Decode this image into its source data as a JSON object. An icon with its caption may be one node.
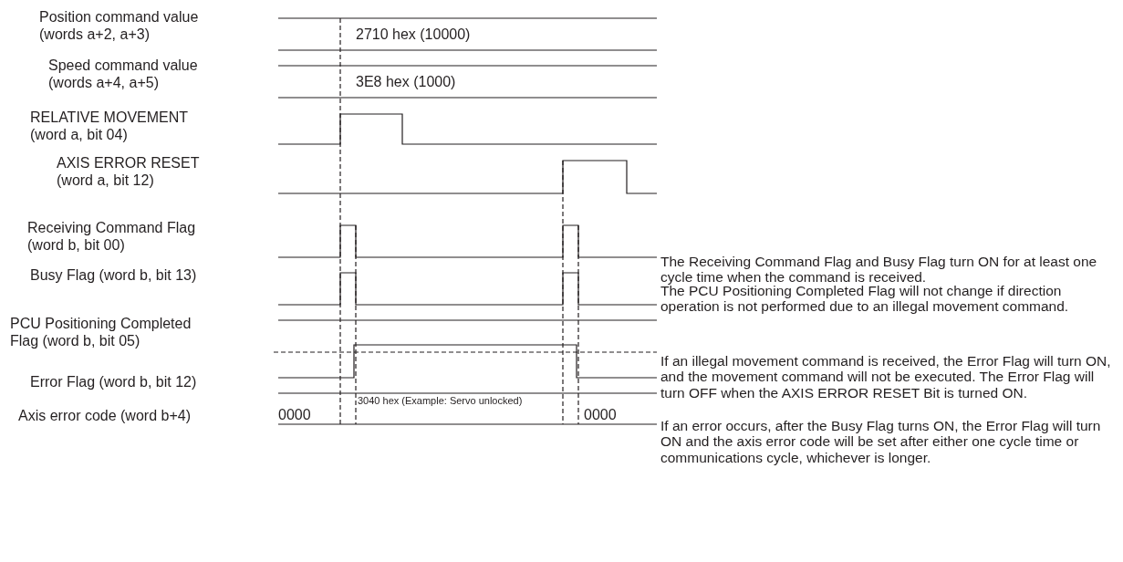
{
  "diagram": {
    "labels": [
      "Position command value (words a+2, a+3)",
      "2710 hex (10000)",
      "Speed command value (words a+4, a+5)",
      "3E8 hex (1000)",
      "RELATIVE MOVEMENT (word a, bit 04)",
      "AXIS ERROR RESET (word a, bit 12)",
      "Receiving Command Flag (word b, bit 00)",
      "Busy Flag (word b, bit 13)",
      "PCU Positioning Completed Flag (word b, bit 05)",
      "Error Flag (word b, bit 12)",
      "Axis error code (word b+4)",
      "0000",
      "3040 hex (Example: Servo unlocked)",
      "0000",
      "The Receiving Command Flag and Busy Flag turn ON for at least one cycle time when the command is received.",
      "The PCU Positioning Completed Flag will not change if direction operation is not performed due to an illegal movement command.",
      "If an illegal movement command is received, the Error Flag will turn ON, and the movement command will not be executed. The Error Flag will turn OFF when the AXIS ERROR RESET Bit is turned ON.",
      "If an error occurs, after the Busy Flag turns ON, the Error Flag will turn ON and the axis error code will be set after either one cycle time or communications cycle, whichever is longer."
    ]
  }
}
